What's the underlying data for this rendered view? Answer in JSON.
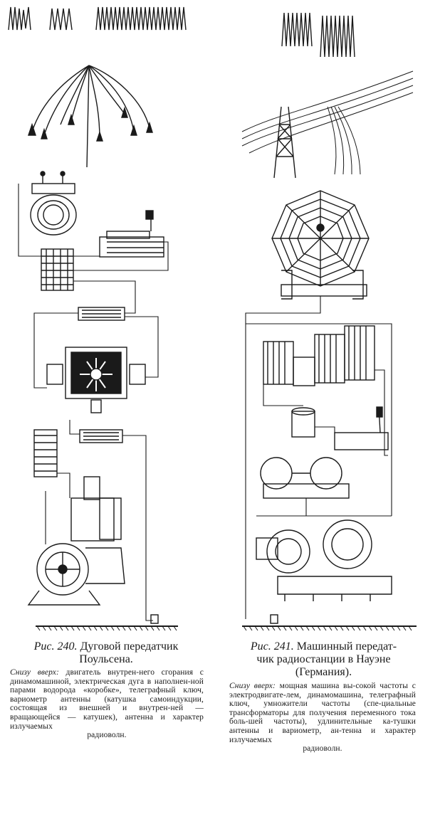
{
  "left_figure": {
    "caption_number": "Рис. 240.",
    "caption_title_line1": "Дуговой передатчик",
    "caption_title_line2": "Поульсена.",
    "desc_lead": "Снизу вверх:",
    "desc_text": "двигатель внутрен-него сгорания с динамомашиной, электрическая дуга в наполнен-ной парами водорода «коробке», телеграфный ключ, вариометр антенны (катушка самоиндукции, состоящая из внешней и внутрен-ней — вращающейся — катушек), антенна и характер излучаемых",
    "desc_last": "радиоволн."
  },
  "right_figure": {
    "caption_number": "Рис. 241.",
    "caption_title_line1": "Машинный передат-",
    "caption_title_line2": "чик радиостанции в Науэне",
    "caption_title_line3": "(Германия).",
    "desc_lead": "Снизу вверх:",
    "desc_text": "мощная машина вы-сокой частоты с электродвигате-лем, динамомашина, телеграфный ключ, умножители частоты (спе-циальные трансформаторы для получения переменного тока боль-шей частоты), удлинительные ка-тушки антенны и вариометр, ан-тенна и характер излучаемых",
    "desc_last": "радиоволн."
  }
}
